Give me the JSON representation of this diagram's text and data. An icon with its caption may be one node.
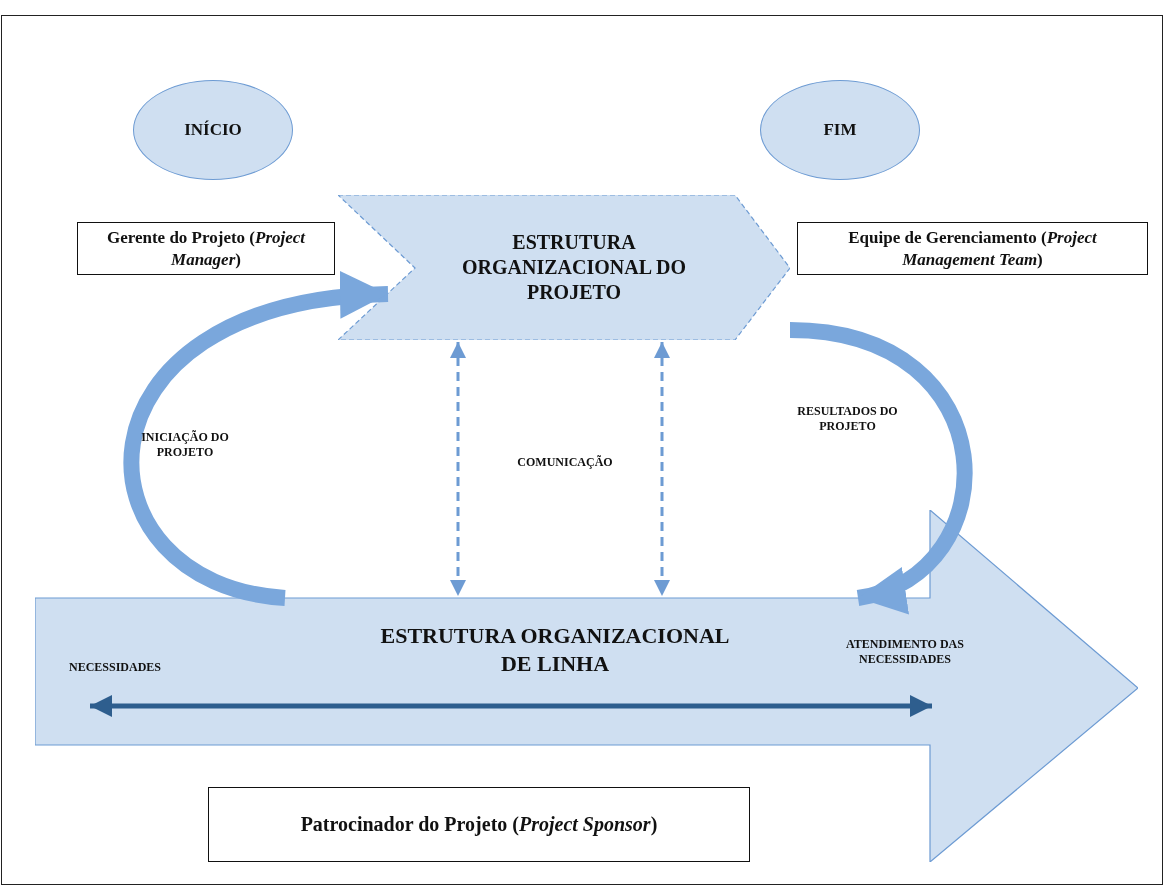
{
  "diagram": {
    "nodes": [
      {
        "text": [
          "INÍCIO"
        ]
      },
      {
        "text": [
          "FIM"
        ]
      },
      {
        "text": [
          "Gerente do Projeto (*Project Manager*)"
        ]
      },
      {
        "text": [
          "ESTRUTURA ORGANIZACIONAL DO PROJETO"
        ]
      },
      {
        "text": [
          "Equipe de Gerenciamento (*Project Management Team*)"
        ]
      },
      {
        "text": [
          "ESTRUTURA ORGANIZACIONAL DE LINHA"
        ]
      },
      {
        "text": [
          "NECESSIDADES"
        ],
        "in": 5
      },
      {
        "text": [
          "ATENDIMENTO DAS NECESSIDADES"
        ],
        "in": 5
      },
      {
        "text": [
          "Patrocinador do Projeto (*Project Sponsor*)"
        ]
      }
    ],
    "edges": [
      {
        "from": 5,
        "to": 3,
        "arrow": "to",
        "label": "INICIAÇÃO DO PROJETO",
        "style": "thick"
      },
      {
        "from": 3,
        "to": 5,
        "arrow": "to",
        "label": "RESULTADOS DO PROJETO",
        "style": "thick"
      },
      {
        "from": 3,
        "to": 5,
        "arrow": "both",
        "style": "dashed"
      },
      {
        "from": 3,
        "to": 5,
        "arrow": "both",
        "style": "dashed"
      },
      {
        "from": 6,
        "to": 7,
        "arrow": "both",
        "color": "#2e5e8e"
      }
    ],
    "labels": [
      "COMUNICAÇÃO"
    ]
  }
}
